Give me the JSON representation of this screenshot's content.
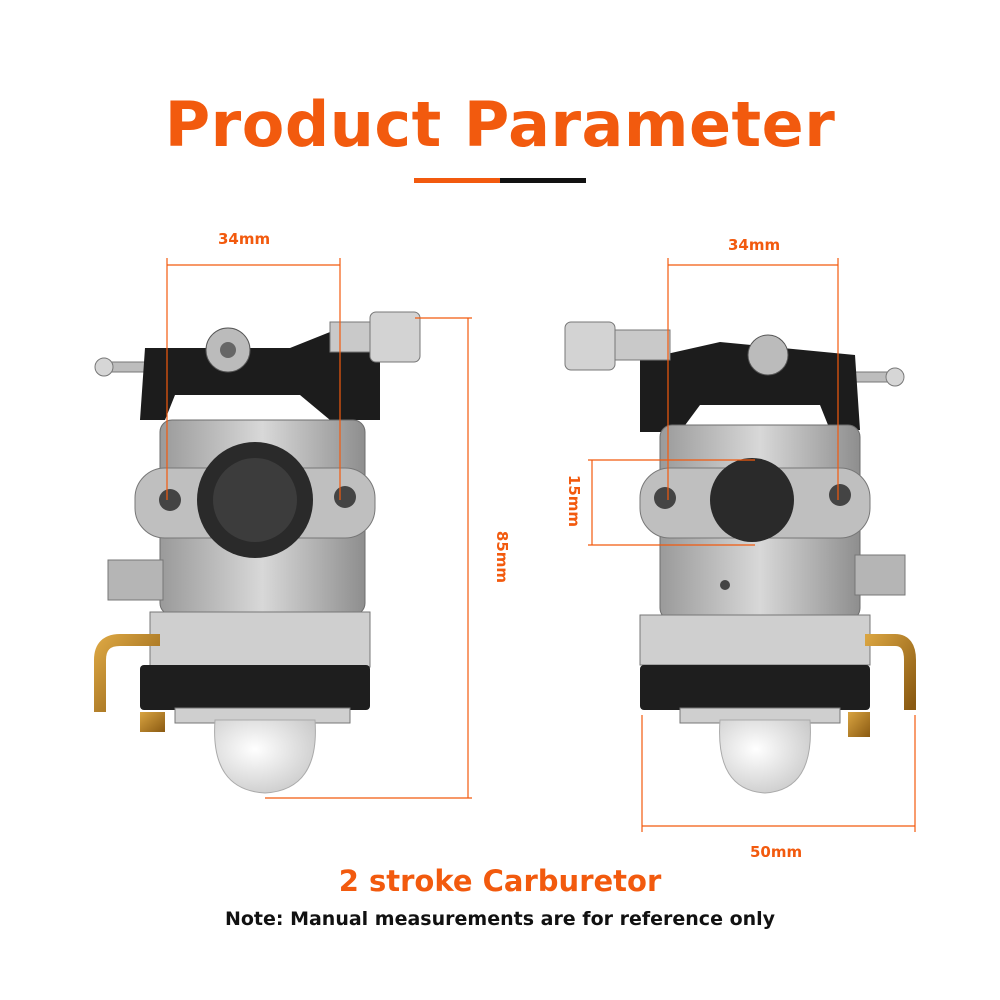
{
  "title": "Product Parameter",
  "subtitle": "2 stroke Carburetor",
  "note": "Note: Manual measurements are for reference only",
  "dimensions": {
    "left_width": "34mm",
    "left_height": "85mm",
    "right_width": "34mm",
    "right_bore": "15mm",
    "right_base": "50mm"
  },
  "colors": {
    "accent": "#f25a0e",
    "dark": "#111111"
  }
}
